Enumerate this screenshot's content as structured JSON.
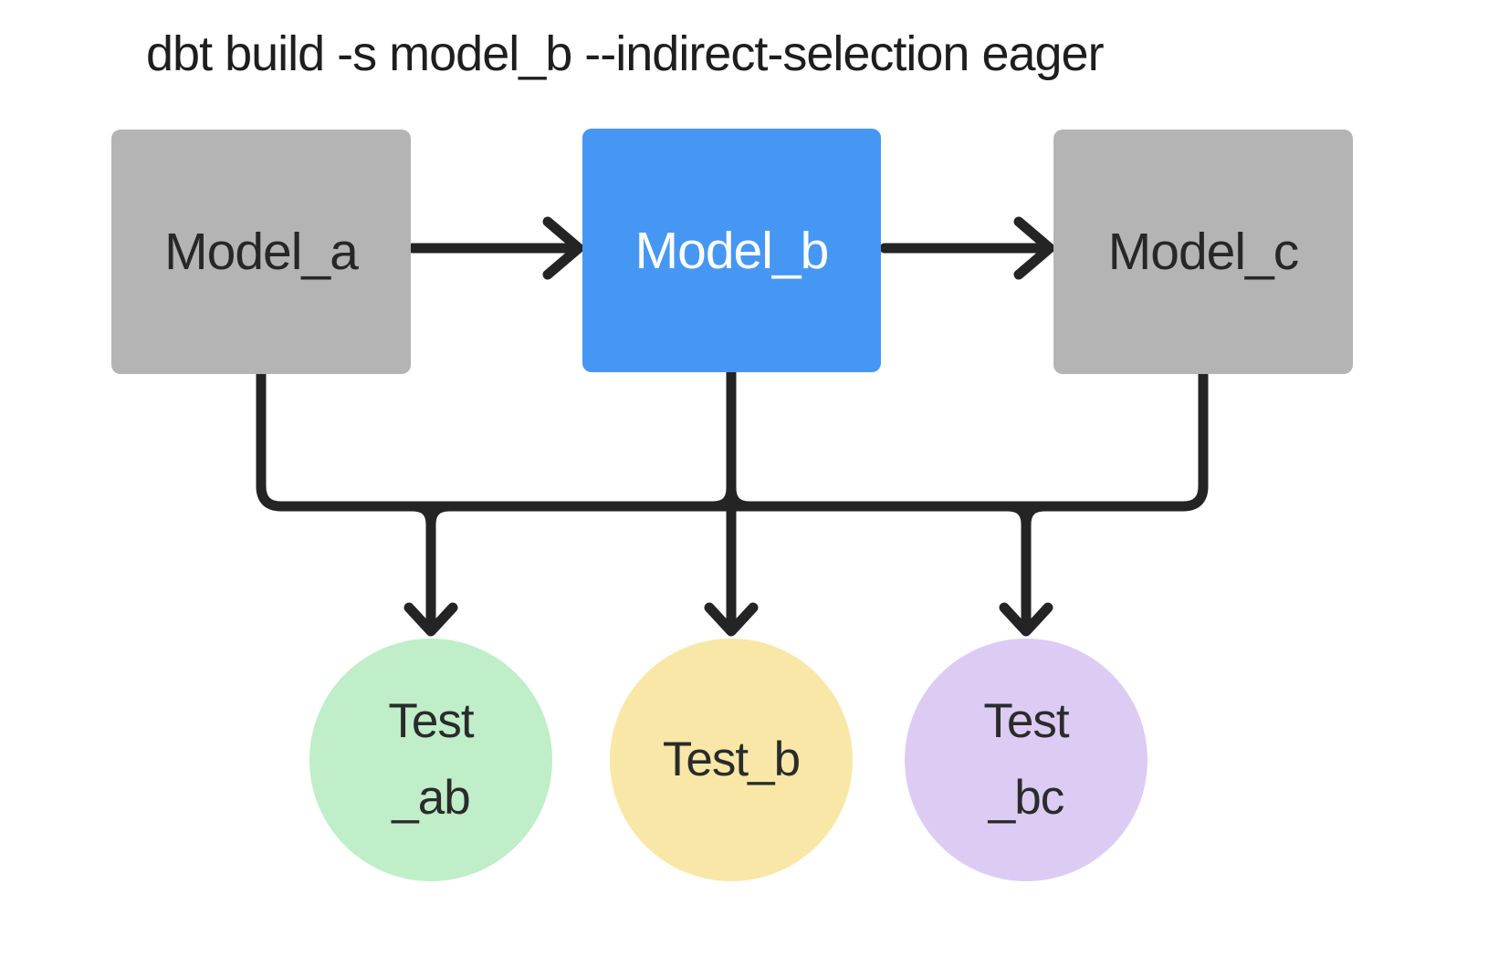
{
  "title": "dbt build -s model_b --indirect-selection eager",
  "nodes": {
    "model_a": {
      "label": "Model_a",
      "type": "model",
      "selected": false
    },
    "model_b": {
      "label": "Model_b",
      "type": "model",
      "selected": true
    },
    "model_c": {
      "label": "Model_c",
      "type": "model",
      "selected": false
    },
    "test_ab": {
      "label_line1": "Test",
      "label_line2": "_ab",
      "type": "test"
    },
    "test_b": {
      "label": "Test_b",
      "type": "test"
    },
    "test_bc": {
      "label_line1": "Test",
      "label_line2": "_bc",
      "type": "test"
    }
  },
  "edges": [
    {
      "from": "model_a",
      "to": "model_b"
    },
    {
      "from": "model_b",
      "to": "model_c"
    },
    {
      "from": "model_a",
      "to": "test_ab"
    },
    {
      "from": "model_b",
      "to": "test_ab"
    },
    {
      "from": "model_b",
      "to": "test_b"
    },
    {
      "from": "model_b",
      "to": "test_bc"
    },
    {
      "from": "model_c",
      "to": "test_bc"
    }
  ],
  "colors": {
    "model_default": "#b4b4b4",
    "model_selected": "#4697f4",
    "test_ab_fill": "#bfeec9",
    "test_b_fill": "#f9e7a7",
    "test_bc_fill": "#dcccf4",
    "line": "#242424",
    "background": "#ffffff"
  }
}
